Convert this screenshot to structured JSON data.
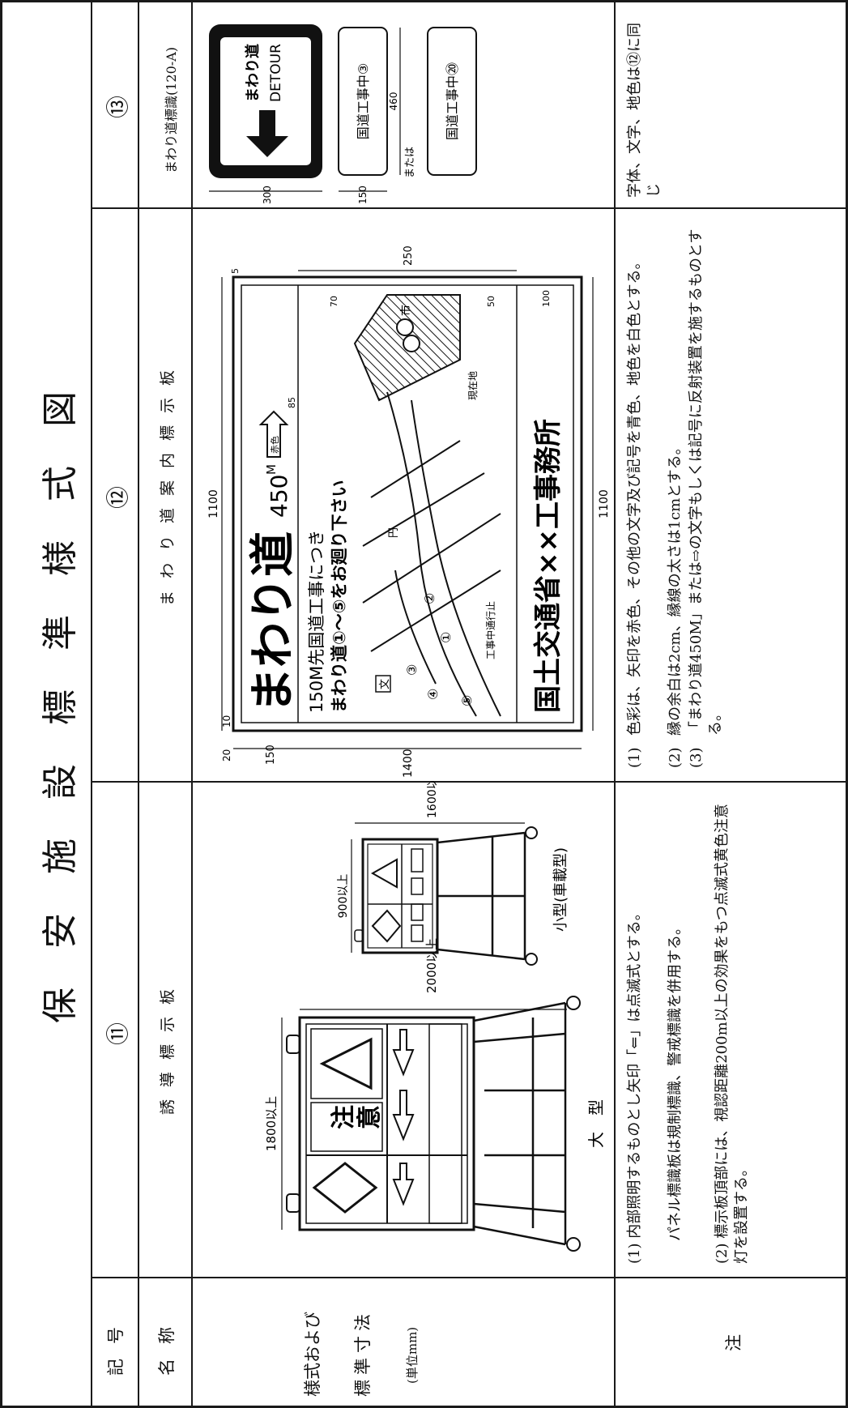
{
  "title": "保安施設標準様式図",
  "rows": {
    "code": "記号",
    "name": "名称",
    "style": [
      "様式および",
      "標準寸法",
      "(単位mm)"
    ],
    "note": "注"
  },
  "col11": {
    "code": "⑪",
    "name": "誘導標示板",
    "large": {
      "label": "大　型",
      "width": "1800以上",
      "height": "2000以上",
      "panel_text": [
        "注",
        "意"
      ]
    },
    "small": {
      "label": "小型(車載型)",
      "width": "900以上",
      "height": "1600以上"
    },
    "notes": [
      "(1) 内部照明するものとし矢印「⇐」は点滅式とする。",
      "パネル標識板は規制標識、警戒標識を併用する。",
      "(2) 標示板頂部には、視認距離200m以上の効果をもつ点滅式黄色注意灯を設置する。"
    ]
  },
  "col12": {
    "code": "⑫",
    "name": "まわり道案内標示板",
    "sign": {
      "headline": "まわり道",
      "distance": "450",
      "distance_unit": "M",
      "arrow_label": "赤色",
      "line1": "150M先国道工事につき",
      "line2": "まわり道①〜⑤をお廻り下さい",
      "footer": "国土交通省××工事務所",
      "map_labels": {
        "city": "市",
        "school": "文",
        "shrine": "円",
        "closed": "工事中通行止",
        "here": "現在地"
      },
      "route_numbers": [
        "①",
        "②",
        "③",
        "④",
        "⑤"
      ]
    },
    "dims": {
      "width": "1100",
      "width_bottom": "1100",
      "height": "1400",
      "top_band": "250",
      "headline_h": "150",
      "margin_20": "20",
      "margin_10": "10",
      "dim_85": "85",
      "dim_70": "70",
      "dim_50": "50",
      "dim_100": "100",
      "dim_5": "5"
    },
    "notes": [
      {
        "num": "(1)",
        "text": "色彩は、矢印を赤色、その他の文字及び記号を青色、地色を白色とする。"
      },
      {
        "num": "(2)",
        "text": "縁の余白は2cm、縁線の太さは1cmとする。"
      },
      {
        "num": "(3)",
        "text": "「まわり道450M」または⇨の文字もしくは記号に反射装置を施するものとする。"
      }
    ]
  },
  "col13": {
    "code": "⑬",
    "name": "まわり道標識(120-A)",
    "sign": {
      "line1": "まわり道",
      "line2": "DETOUR"
    },
    "plate1": "国道工事中③",
    "plate2": "国道工事中⑳",
    "or_label": "または",
    "dims": {
      "h": "300",
      "plate_h": "150",
      "w": "460"
    },
    "note": "字体、文字、地色は⑫に同じ"
  }
}
